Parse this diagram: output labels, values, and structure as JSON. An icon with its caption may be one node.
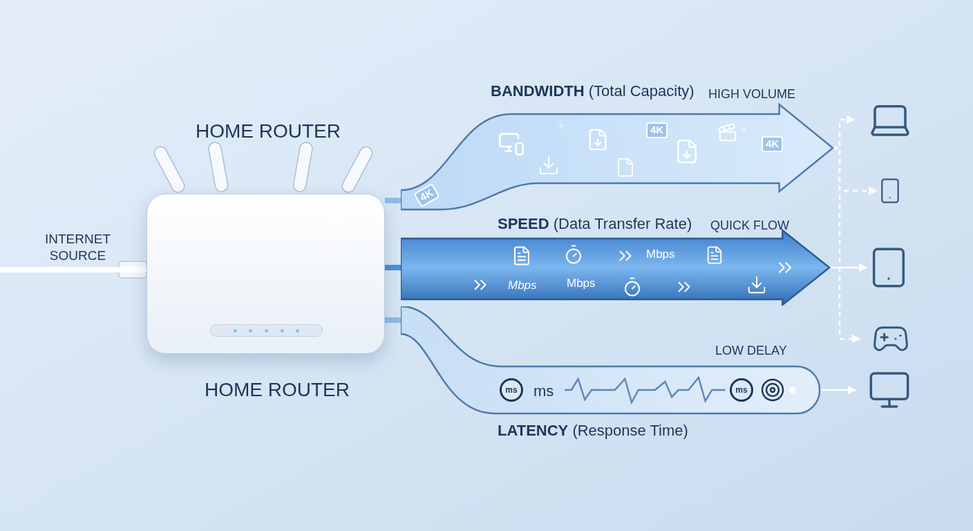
{
  "diagram": {
    "nodes": [
      {
        "text": [
          "HOME ROUTER"
        ],
        "beside": [
          "HOME ROUTER"
        ]
      },
      {
        "text": [
          "**BANDWIDTH** (Total Capacity)",
          "HIGH VOLUME",
          "4K",
          "4K",
          "4K"
        ]
      },
      {
        "text": [
          "**SPEED** (Data Transfer Rate)",
          "QUICK FLOW",
          "Mbps",
          "Mbps",
          "Mbps"
        ]
      },
      {
        "text": [
          "LOW DELAY",
          "ms",
          "ms",
          "ms",
          "**LATENCY** (Response Time)"
        ]
      },
      {
        "text": [],
        "shape": "picture"
      },
      {
        "text": [],
        "shape": "picture"
      },
      {
        "text": [],
        "shape": "picture"
      },
      {
        "text": [],
        "shape": "picture"
      },
      {
        "text": [],
        "shape": "picture"
      }
    ],
    "edges": [
      {
        "from": null,
        "to": 0,
        "arrow": "none",
        "style": "thick"
      },
      {
        "from": 0,
        "to": 1,
        "arrow": "none",
        "style": "thick",
        "color": "#8dbbea"
      },
      {
        "from": 0,
        "to": 2,
        "arrow": "none",
        "style": "thick",
        "color": "#4f8fd6"
      },
      {
        "from": 0,
        "to": 3,
        "arrow": "none",
        "style": "thick",
        "color": "#8dbbea"
      },
      {
        "from": 1,
        "to": 4,
        "arrow": "to",
        "style": "dashed"
      },
      {
        "from": 1,
        "to": 5,
        "arrow": "to",
        "style": "dashed"
      },
      {
        "from": 1,
        "to": 7,
        "arrow": "to",
        "style": "dashed"
      },
      {
        "from": 2,
        "to": 6,
        "arrow": "to"
      },
      {
        "from": 3,
        "to": 8,
        "arrow": "to"
      }
    ],
    "labels": [
      "INTERNET SOURCE"
    ]
  }
}
